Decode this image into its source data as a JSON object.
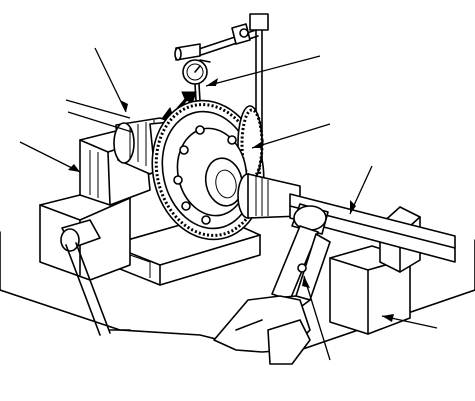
{
  "figure": {
    "background": "#ffffff",
    "line_color": "#000000",
    "callouts": [
      {
        "name": "callout-dial-indicator",
        "text": ""
      },
      {
        "name": "callout-indicator-stand",
        "text": ""
      },
      {
        "name": "callout-side-gear-holder",
        "text": ""
      },
      {
        "name": "callout-differential-housing",
        "text": ""
      },
      {
        "name": "callout-vise",
        "text": ""
      },
      {
        "name": "callout-axle-shaft",
        "text": ""
      },
      {
        "name": "callout-wooden-block",
        "text": ""
      },
      {
        "name": "callout-pliers",
        "text": ""
      }
    ]
  }
}
